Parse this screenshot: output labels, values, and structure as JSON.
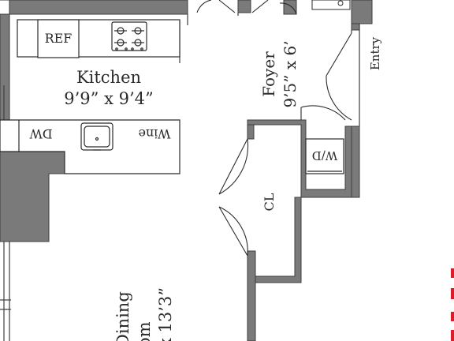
{
  "floorplan": {
    "colors": {
      "wall": "#7a7a7a",
      "wall_edge": "#3d3d3d",
      "ink": "#2b2b2b",
      "accent": "#d81e2c"
    },
    "rooms": {
      "kitchen": {
        "name": "Kitchen",
        "dims": "9’9” x 9’4”"
      },
      "foyer": {
        "name": "Foyer",
        "dims": "9’5” x 6’"
      },
      "dining": {
        "name": "Dining",
        "partial_word": "om",
        "dims": "x 13’3”"
      }
    },
    "fixtures": {
      "ref": "REF",
      "dw": "DW",
      "wine": "Wine",
      "wd": "W/D",
      "closet": "CL",
      "entry": "Entry"
    },
    "icons": [
      "cooktop-icon",
      "sink-icon",
      "door-swing-icon"
    ]
  }
}
